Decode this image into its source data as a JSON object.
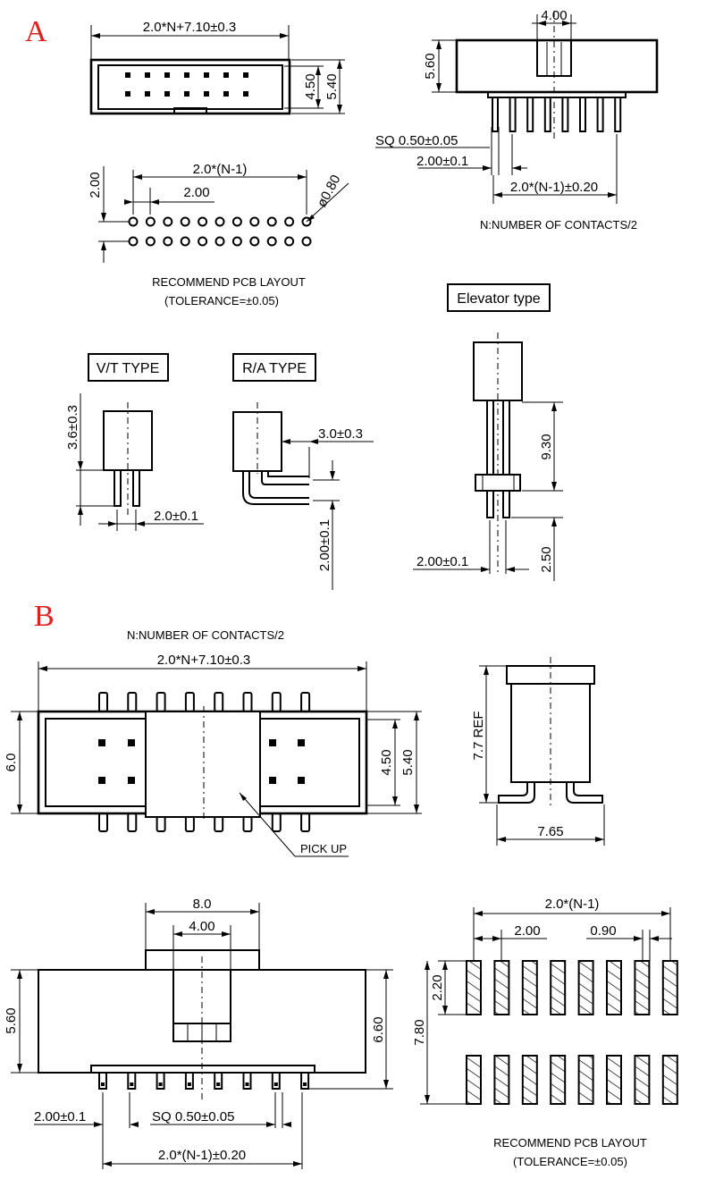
{
  "labels": {
    "a": "A",
    "b": "B"
  },
  "a": {
    "top_view": {
      "width": "2.0*N+7.10±0.3",
      "h1": "4.50",
      "h2": "5.40"
    },
    "side_view": {
      "top": "4.00",
      "height": "5.60",
      "sq": "SQ 0.50±0.05",
      "pitch": "2.00±0.1",
      "span": "2.0*(N-1)±0.20",
      "note": "N:NUMBER OF CONTACTS/2"
    },
    "pcb": {
      "row": "2.00",
      "span": "2.0*(N-1)",
      "pitch": "2.00",
      "hole": "ø0.80",
      "title": "RECOMMEND PCB LAYOUT",
      "tolerance": "(TOLERANCE=±0.05)"
    },
    "vt": {
      "title": "V/T TYPE",
      "height": "3.6±0.3",
      "pitch": "2.0±0.1"
    },
    "ra": {
      "title": "R/A TYPE",
      "offset": "3.0±0.3",
      "pitch": "2.00±0.1"
    },
    "elevator": {
      "title": "Elevator type",
      "height": "9.30",
      "tail": "2.50",
      "pitch": "2.00±0.1"
    }
  },
  "b": {
    "top_view": {
      "note": "N:NUMBER OF CONTACTS/2",
      "width": "2.0*N+7.10±0.3",
      "w": "6.0",
      "h1": "4.50",
      "h2": "5.40",
      "pickup": "PICK UP"
    },
    "side_view": {
      "ref": "7.7 REF",
      "w": "7.65"
    },
    "front_view": {
      "w1": "8.0",
      "w2": "4.00",
      "h1": "5.60",
      "h2": "6.60",
      "pitch": "2.00±0.1",
      "sq": "SQ 0.50±0.05",
      "span": "2.0*(N-1)±0.20"
    },
    "pcb": {
      "span": "2.0*(N-1)",
      "pitch": "2.00",
      "pad": "0.90",
      "pad_h": "2.20",
      "row": "7.80",
      "title": "RECOMMEND PCB LAYOUT",
      "tolerance": "(TOLERANCE=±0.05)"
    }
  }
}
